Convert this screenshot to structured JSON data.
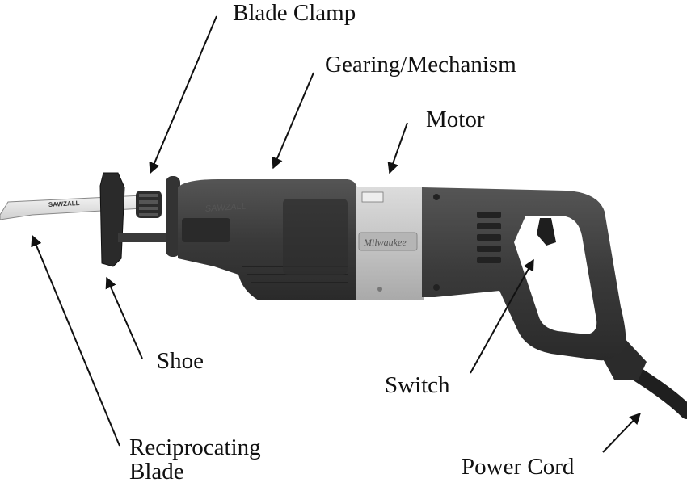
{
  "labels": {
    "blade_clamp": "Blade Clamp",
    "gearing": "Gearing/Mechanism",
    "motor": "Motor",
    "shoe": "Shoe",
    "switch": "Switch",
    "blade_line1": "Reciprocating",
    "blade_line2": "Blade",
    "power_cord": "Power Cord"
  },
  "product_markings": {
    "brand": "Milwaukee",
    "model": "SAWZALL",
    "blade_print": "SAWZALL"
  },
  "colors": {
    "body_dark": "#3b3b3b",
    "motor_band": "#c9c9c9",
    "blade": "#e6e6e6",
    "ink": "#111111"
  }
}
